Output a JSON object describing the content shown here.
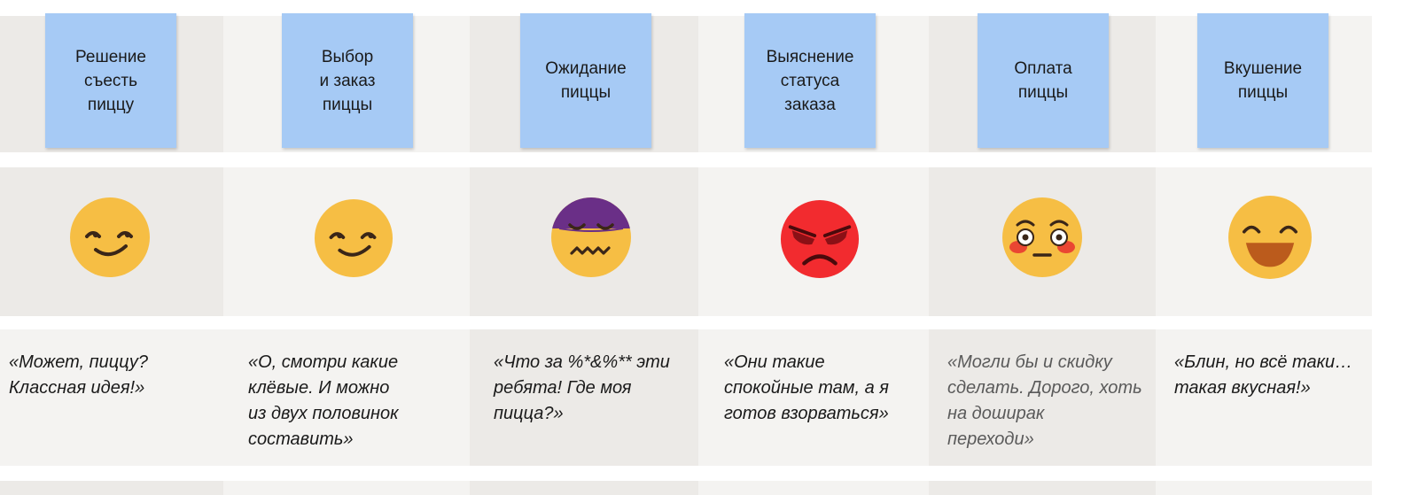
{
  "stages": [
    {
      "title": "Решение\nсъесть\nпиццу",
      "emotion_icon": "smirk-face-icon",
      "quote": "«Может, пиццу?\nКлассная идея!»",
      "colors": {
        "top": "#eceae7",
        "mid": "#eceae7",
        "bot": "#f4f3f1",
        "foot": "#eceae7"
      }
    },
    {
      "title": "Выбор\nи заказ\nпиццы",
      "emotion_icon": "smirk-face-icon",
      "quote": "«О, смотри какие\nклёвые. И можно\nиз двух половинок\nсоставить»",
      "colors": {
        "top": "#f4f3f1",
        "mid": "#f4f3f1",
        "bot": "#f4f3f1",
        "foot": "#f4f3f1"
      }
    },
    {
      "title": "Ожидание\nпиццы",
      "emotion_icon": "woozy-nauseated-face-icon",
      "quote": "«Что за %*&%** эти\nребята! Где моя\nпицца?»",
      "colors": {
        "top": "#eceae7",
        "mid": "#eceae7",
        "bot": "#eceae7",
        "foot": "#eceae7"
      }
    },
    {
      "title": "Выяснение\nстатуса\nзаказа",
      "emotion_icon": "angry-face-icon",
      "quote": "«Они такие\nспокойные там, а я\nготов взорваться»",
      "colors": {
        "top": "#f4f3f1",
        "mid": "#f4f3f1",
        "bot": "#f4f3f1",
        "foot": "#f4f3f1"
      }
    },
    {
      "title": "Оплата\nпиццы",
      "emotion_icon": "flushed-face-icon",
      "quote": "«Могли бы и скидку\nсделать. Дорого, хоть\nна доширак\nпереходи»",
      "colors": {
        "top": "#eceae7",
        "mid": "#eceae7",
        "bot": "#eceae7",
        "foot": "#eceae7"
      }
    },
    {
      "title": "Вкушение\nпиццы",
      "emotion_icon": "grinning-face-icon",
      "quote": "«Блин, но всё таки…\nтакая вкусная!»",
      "colors": {
        "top": "#f4f3f1",
        "mid": "#f4f3f1",
        "bot": "#f4f3f1",
        "foot": "#f4f3f1"
      }
    }
  ],
  "palette": {
    "sticky": "#a6caf5",
    "emoji_yellow": "#f6be44",
    "angry_red": "#f22b2f",
    "hat_purple": "#6a2f87"
  }
}
